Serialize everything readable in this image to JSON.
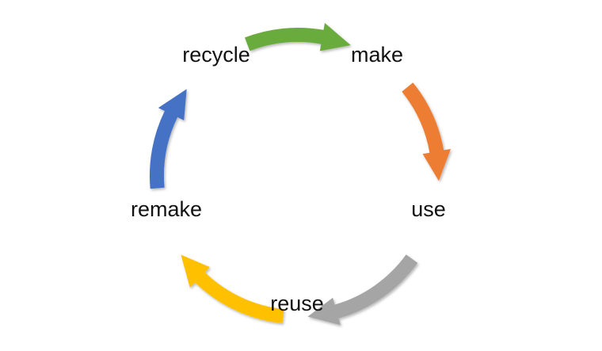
{
  "cycle": {
    "stages": [
      {
        "label": "make"
      },
      {
        "label": "use"
      },
      {
        "label": "reuse"
      },
      {
        "label": "remake"
      },
      {
        "label": "recycle"
      }
    ],
    "arrows": [
      {
        "from": "recycle",
        "to": "make",
        "color": "#6bab3e"
      },
      {
        "from": "make",
        "to": "use",
        "color": "#ed7d31"
      },
      {
        "from": "use",
        "to": "reuse",
        "color": "#a5a5a5"
      },
      {
        "from": "reuse",
        "to": "remake",
        "color": "#ffc000"
      },
      {
        "from": "remake",
        "to": "recycle",
        "color": "#4472c4"
      }
    ]
  }
}
